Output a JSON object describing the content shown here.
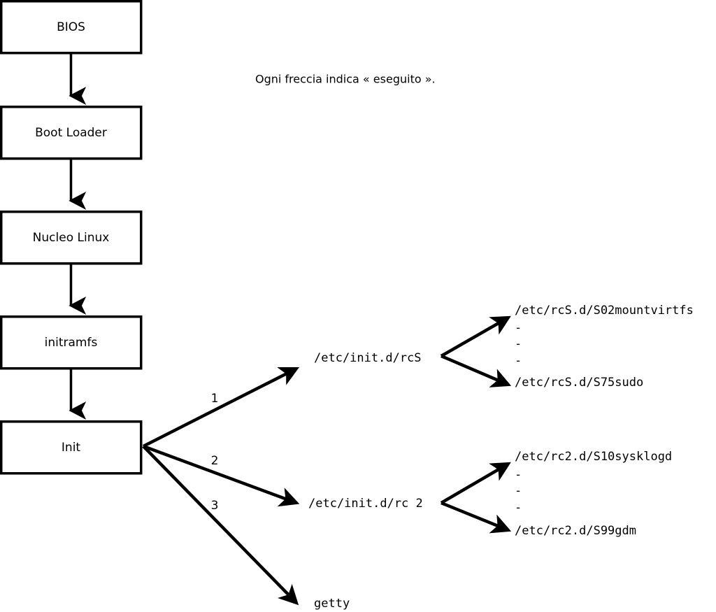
{
  "diagram": {
    "title_note": "Ogni freccia indica « eseguito ».",
    "boot_chain": [
      {
        "id": "bios",
        "label": "BIOS"
      },
      {
        "id": "bootldr",
        "label": "Boot Loader"
      },
      {
        "id": "kernel",
        "label": "Nucleo Linux"
      },
      {
        "id": "initrd",
        "label": "initramfs"
      },
      {
        "id": "init",
        "label": "Init"
      }
    ],
    "init_branches": [
      {
        "number": "1",
        "label": "/etc/init.d/rcS"
      },
      {
        "number": "2",
        "label": "/etc/init.d/rc 2"
      },
      {
        "number": "3",
        "label": "getty"
      }
    ],
    "rcs_scripts": {
      "first": "/etc/rcS.d/S02mountvirtfs",
      "ellipsis": [
        "-",
        "-",
        "-"
      ],
      "last": "/etc/rcS.d/S75sudo"
    },
    "rc2_scripts": {
      "first": "/etc/rc2.d/S10sysklogd",
      "ellipsis": [
        "-",
        "-",
        "-"
      ],
      "last": "/etc/rc2.d/S99gdm"
    },
    "colors": {
      "background": "#ffffff",
      "stroke": "#000000",
      "text": "#000000"
    }
  }
}
